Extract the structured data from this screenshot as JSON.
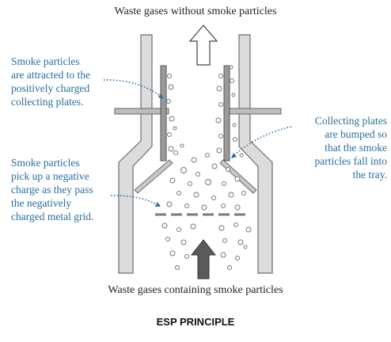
{
  "top_caption": "Waste gases without smoke particles",
  "bottom_caption": "Waste gases containing smoke particles",
  "title": "ESP PRINCIPLE",
  "annotations": {
    "note_1": [
      "Smoke particles",
      "are attracted to the",
      "positively charged",
      "collecting plates."
    ],
    "note_2": [
      "Smoke particles",
      "pick up a negative",
      "charge as they pass",
      "the negatively",
      "charged metal grid."
    ],
    "note_3": [
      "Collecting plates",
      "are bumped so",
      "that the smoke",
      "particles fall into",
      "the tray."
    ]
  },
  "colors": {
    "annotation_text": "#2a6f9e",
    "caption_text": "#222222",
    "chimney_wall": "#d8d8d8",
    "plate": "#9a9a9a",
    "arrow_up": "#ffffff",
    "arrow_in": "#555555"
  }
}
